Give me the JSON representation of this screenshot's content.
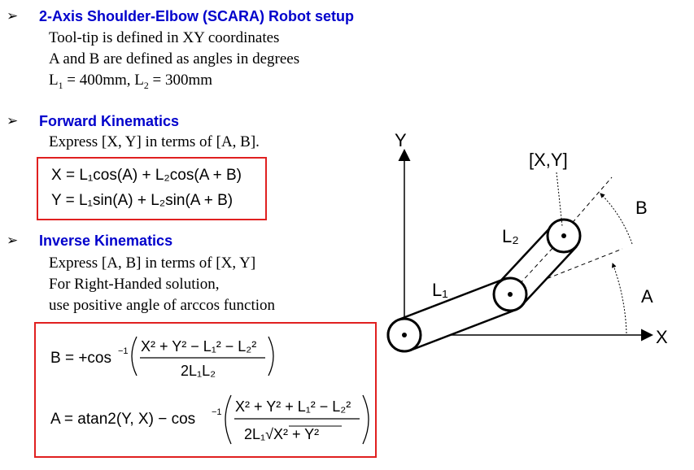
{
  "setup": {
    "bullet": "➢",
    "title": "2-Axis Shoulder-Elbow (SCARA) Robot setup",
    "line1": "Tool-tip is defined in XY coordinates",
    "line2": "A and B are defined as angles in degrees",
    "l1_label": "L",
    "l1_sub": "1",
    "l1_value": " = 400mm, L",
    "l2_sub": "2",
    "l2_value": " = 300mm"
  },
  "forward": {
    "bullet": "➢",
    "title": "Forward Kinematics",
    "desc": "Express [X, Y] in terms of [A, B].",
    "eq_x": "X = L₁cos(A) + L₂cos(A + B)",
    "eq_y": "Y = L₁sin(A) + L₂sin(A + B)"
  },
  "inverse": {
    "bullet": "➢",
    "title": "Inverse Kinematics",
    "desc1": "Express [A, B] in terms of [X, Y]",
    "desc2": "For Right-Handed solution,",
    "desc3": "use positive angle of arccos function",
    "eq_b_lhs": "B = +cos",
    "eq_b_num": "X² + Y² − L₁² − L₂²",
    "eq_b_den": "2L₁L₂",
    "eq_a_lhs": "A = atan2(Y, X) − cos",
    "eq_a_num": "X² + Y² + L₁² − L₂²",
    "eq_a_den": "2L₁√X² + Y²",
    "inv_exp": "−1"
  },
  "diagram": {
    "y_axis": "Y",
    "x_axis": "X",
    "target": "[X,Y]",
    "link1": "L₁",
    "link2": "L₂",
    "angle_a": "A",
    "angle_b": "B"
  },
  "colors": {
    "heading": "#0000cc",
    "box": "#e02020"
  }
}
